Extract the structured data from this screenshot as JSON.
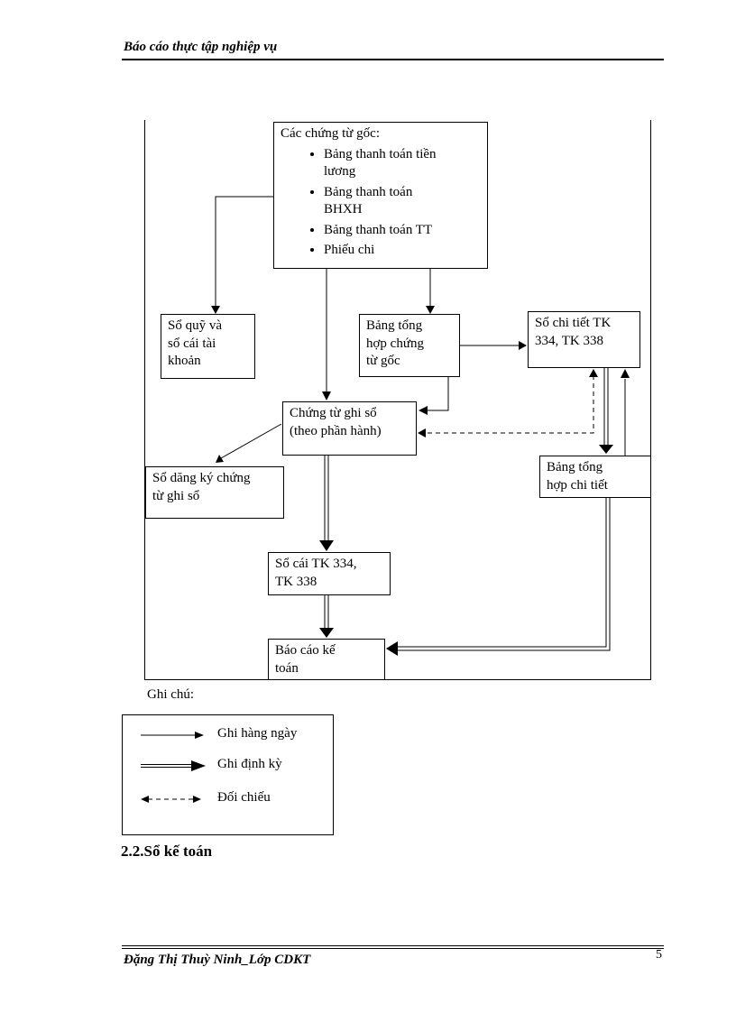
{
  "ink": "#000000",
  "header": {
    "title": "Báo cáo thực tập nghiệp vụ"
  },
  "diagram": {
    "source_box": {
      "title": "Các chứng từ gốc:",
      "items": [
        "Bảng thanh toán tiền\nlương",
        "Bảng thanh toán\nBHXH",
        "Bảng thanh toán TT",
        "Phiếu chi"
      ]
    },
    "boxes": {
      "cash_fund_book": "Sổ quỹ và\nsổ cái tài\nkhoản",
      "summary_source_vouchers": "Bảng tổng\nhợp chứng\ntừ gốc",
      "detail_book": "Sổ chi tiết TK\n334, TK 338",
      "journal_voucher": "Chứng từ ghi sổ\n(theo phần hành)",
      "voucher_register": "Sổ dăng ký chứng\ntừ ghi sổ",
      "detail_summary": "Bảng tổng\nhợp chi tiết",
      "general_ledger": "Sổ cái TK 334,\nTK 338",
      "accounting_report": "Báo cáo kế\ntoán"
    },
    "legend": {
      "title": "Ghi chú:",
      "items": [
        {
          "symbol": "single-arrow",
          "label": "Ghi hàng ngày"
        },
        {
          "symbol": "double-arrow",
          "label": "Ghi định kỳ"
        },
        {
          "symbol": "dashed-arrow",
          "label": "Đối chiếu"
        }
      ]
    }
  },
  "section_heading": "2.2.Sổ kế toán",
  "footer": {
    "author": "Đặng Thị Thuỳ Ninh_Lớp CDKT",
    "page_number": "5"
  }
}
